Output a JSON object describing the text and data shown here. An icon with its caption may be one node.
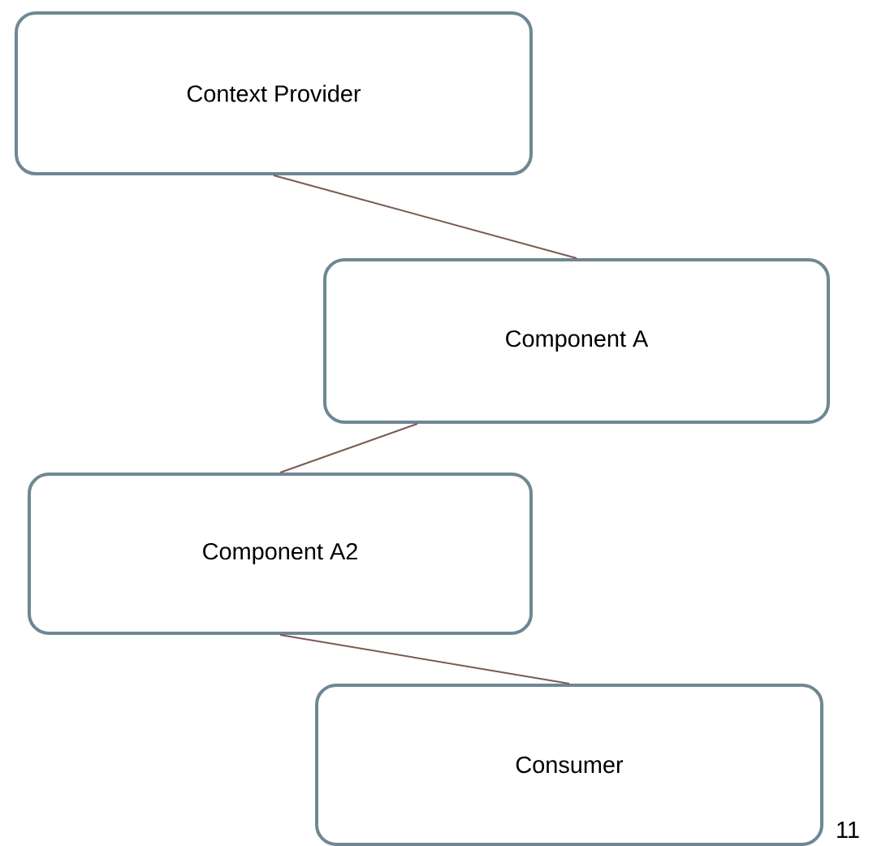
{
  "diagram": {
    "nodes": [
      {
        "text": [
          "Context Provider"
        ]
      },
      {
        "text": [
          "Component A"
        ]
      },
      {
        "text": [
          "Component A2"
        ]
      },
      {
        "text": [
          "Consumer"
        ]
      }
    ],
    "edges": [
      {
        "from": 0,
        "to": 1,
        "arrow": "none"
      },
      {
        "from": 1,
        "to": 2,
        "arrow": "none"
      },
      {
        "from": 2,
        "to": 3,
        "arrow": "none"
      }
    ],
    "labels": [
      "11"
    ]
  }
}
